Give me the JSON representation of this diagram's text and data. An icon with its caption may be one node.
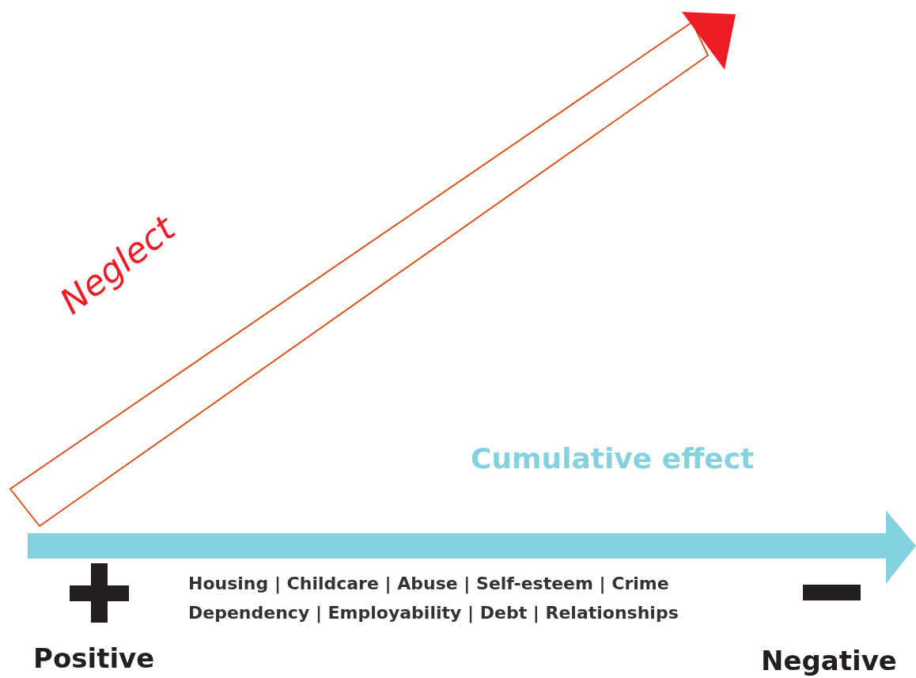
{
  "diagram": {
    "labels": [
      "Neglect",
      "Cumulative effect",
      "Housing | Childcare | Abuse | Self-esteem | Crime",
      "Dependency | Employability | Debt | Relationships",
      "Positive",
      "Negative"
    ]
  }
}
